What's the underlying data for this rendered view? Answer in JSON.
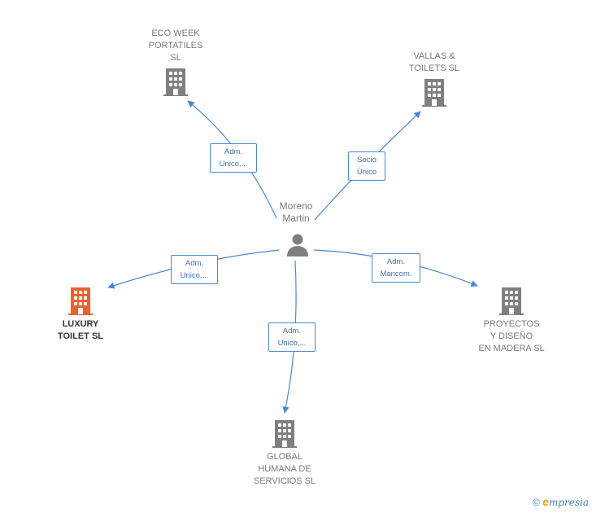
{
  "person": {
    "name": "Moreno\nMartin"
  },
  "companies": [
    {
      "id": "eco",
      "label": "ECO WEEK\nPORTATILES\nSL",
      "color": "#7f7f7f",
      "main": false
    },
    {
      "id": "vallas",
      "label": "VALLAS &\nTOILETS  SL",
      "color": "#7f7f7f",
      "main": false
    },
    {
      "id": "luxury",
      "label": "LUXURY\nTOILET  SL",
      "color": "#f0602c",
      "main": true
    },
    {
      "id": "proyectos",
      "label": "PROYECTOS\nY DISEÑO\nEN MADERA SL",
      "color": "#7f7f7f",
      "main": false
    },
    {
      "id": "global",
      "label": "GLOBAL\nHUMANA DE\nSERVICIOS SL",
      "color": "#7f7f7f",
      "main": false
    }
  ],
  "relations": [
    {
      "to": "eco",
      "label": "Adm.\nUnico,..."
    },
    {
      "to": "vallas",
      "label": "Socio\nÚnico"
    },
    {
      "to": "luxury",
      "label": "Adm.\nUnico,..."
    },
    {
      "to": "proyectos",
      "label": "Adm.\nMancom."
    },
    {
      "to": "global",
      "label": "Adm.\nUnico,..."
    }
  ],
  "colors": {
    "edge": "#4a87d6",
    "person": "#7f7f7f"
  },
  "footer": {
    "copyright": "©",
    "brand_e": "e",
    "brand_rest": "mpresia"
  }
}
